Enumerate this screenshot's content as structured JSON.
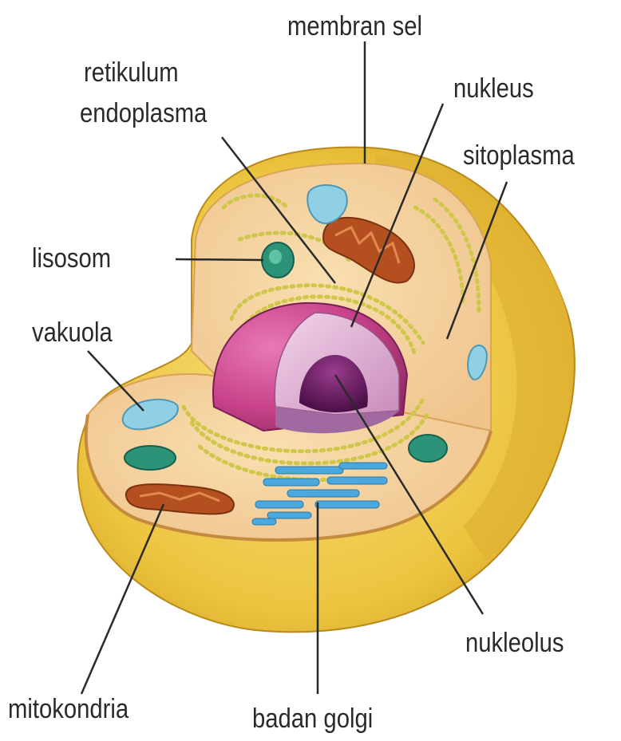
{
  "labels": {
    "membran_sel": "membran sel",
    "retikulum_line1": "retikulum",
    "retikulum_line2": "endoplasma",
    "nukleus": "nukleus",
    "sitoplasma": "sitoplasma",
    "lisosom": "lisosom",
    "vakuola": "vakuola",
    "nukleolus": "nukleolus",
    "mitokondria": "mitokondria",
    "badan_golgi": "badan golgi"
  },
  "colors": {
    "membrane_outer": "#e9bf3a",
    "membrane_light": "#f6df7a",
    "cytoplasm": "#f6d19c",
    "nucleus": "#c8428a",
    "nucleus_inner": "#e7b8d8",
    "nucleolus": "#5d1658",
    "mitochondria": "#b4501f",
    "lysosome": "#2d9378",
    "vacuole": "#8fd0e4",
    "golgi": "#4aa8dc",
    "leader_line": "#2a2a2a"
  }
}
